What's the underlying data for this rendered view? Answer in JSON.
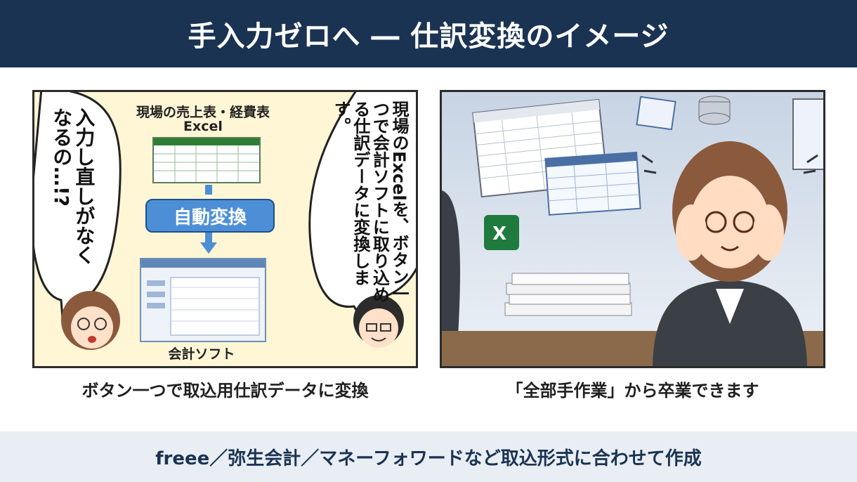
{
  "header": {
    "title": "手入力ゼロへ ― 仕訳変換のイメージ"
  },
  "left_panel": {
    "speech_left": "入力し直しがなくなるの…!?",
    "top_label_line1": "現場の売上表・経費表",
    "top_label_line2": "Excel",
    "button_label": "自動変換",
    "bottom_label": "会計ソフト",
    "speech_right": "現場のExcelを、ボタン一つで会計ソフトに取り込める仕訳データに変換します。"
  },
  "captions": {
    "left": "ボタン一つで取込用仕訳データに変換",
    "right": "「全部手作業」から卒業できます"
  },
  "footer": {
    "text": "freee／弥生会計／マネーフォワードなど取込形式に合わせて作成"
  }
}
